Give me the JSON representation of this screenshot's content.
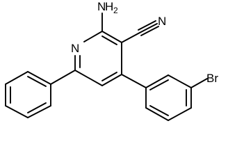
{
  "molecule": {
    "labels": {
      "amine_n": "N",
      "amine_h": "H",
      "amine_sub": "2",
      "ring_n": "N",
      "nitrile_n": "N",
      "bromine": "Br"
    }
  }
}
